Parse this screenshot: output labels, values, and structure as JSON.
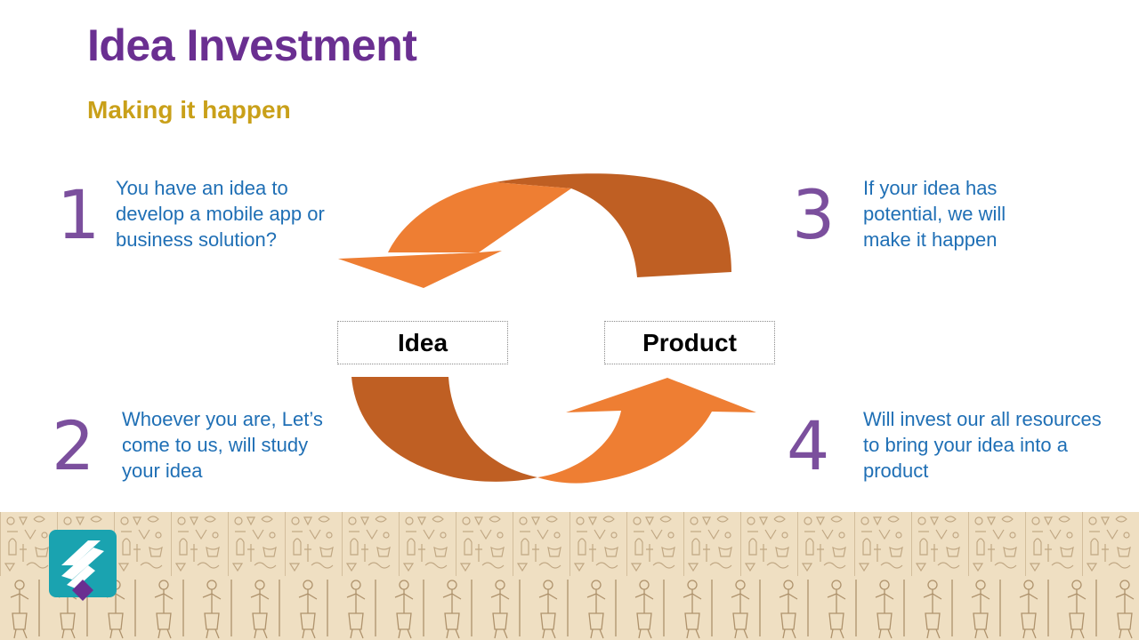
{
  "slide": {
    "title": "Idea Investment",
    "subtitle": "Making it happen"
  },
  "steps": [
    {
      "number": "1",
      "text": "You have an idea to develop a mobile app or business solution?"
    },
    {
      "number": "2",
      "text": "Whoever you are, Let’s come to us, will study your idea"
    },
    {
      "number": "3",
      "text": "If your idea has potential, we will make it happen"
    },
    {
      "number": "4",
      "text": "Will invest our all resources to bring your idea into a product"
    }
  ],
  "cycle": {
    "left_label": "Idea",
    "right_label": "Product"
  },
  "colors": {
    "title": "#6a2f91",
    "subtitle": "#c9a019",
    "step_number": "#7b4f9d",
    "step_text": "#1f6fb5",
    "arrow_light": "#ee7e33",
    "arrow_dark": "#bf5f23",
    "logo_teal": "#1aa3b0",
    "logo_purple": "#6a2f91",
    "footer_bg": "#efdfc2"
  },
  "icons": {
    "logo": "company-logo-icon",
    "arrows": "cycle-arrow-icon"
  }
}
